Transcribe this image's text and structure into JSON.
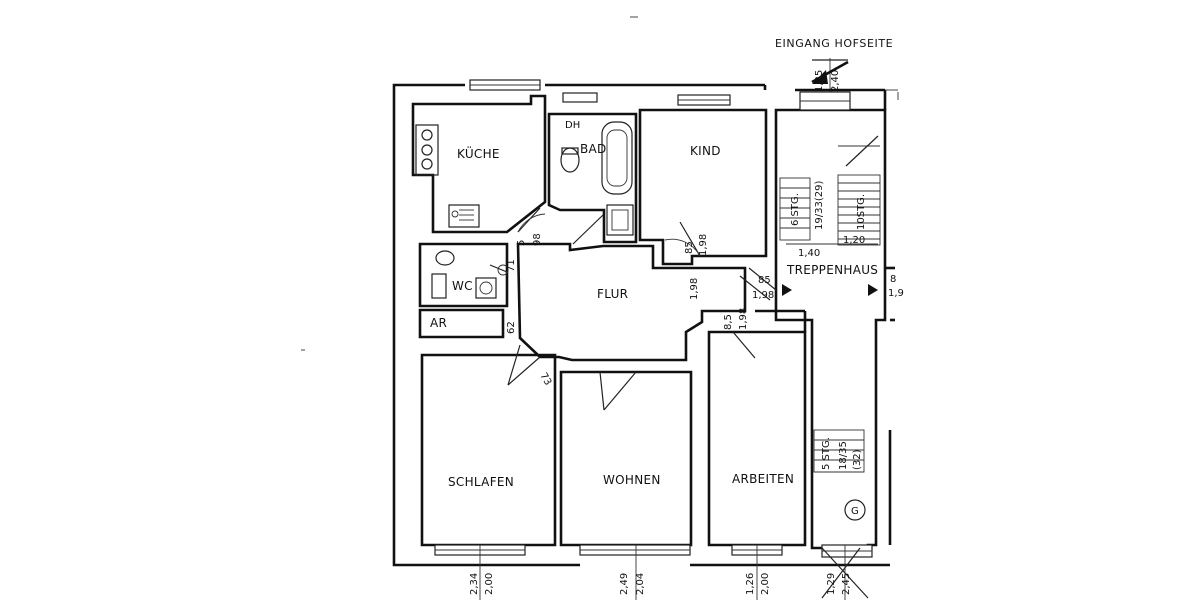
{
  "entrance": "EINGANG HOFSEITE",
  "entrance_dims": {
    "a": "1,35",
    "b": "2,40"
  },
  "rooms": {
    "kueche": "KÜCHE",
    "bad": "BAD",
    "dh": "DH",
    "kind": "KIND",
    "wc": "WC",
    "ar": "AR",
    "flur": "FLUR",
    "schlafen": "SCHLAFEN",
    "wohnen": "WOHNEN",
    "arbeiten": "ARBEITEN",
    "treppenhaus": "TREPPENHAUS"
  },
  "stairs": {
    "upper_left": {
      "steps": "6 STG.",
      "ratio": "19/33(29)"
    },
    "upper_right": {
      "steps": "10STG."
    },
    "lower": {
      "steps": "5 STG.",
      "ratio": "18/35",
      "extra": "(32)"
    },
    "width_left": "1,40",
    "width_right": "1,20",
    "symbol": "G"
  },
  "door_dims": {
    "kueche_door": {
      "a": "5",
      "b": "98"
    },
    "kind_door": {
      "a": "85",
      "b": "1,98"
    },
    "wc_door": "71",
    "ar_door": "62",
    "flur_side": "1,98",
    "entrance_door": {
      "a": "85",
      "b": "1,98"
    },
    "arbeiten_door": {
      "a": "8,5",
      "b": "1,98"
    },
    "schlafen_door": "73",
    "right_edge": {
      "a": "8",
      "b": "1,9"
    }
  },
  "window_dims": {
    "schlafen": {
      "a": "2,34",
      "b": "2,00"
    },
    "wohnen": {
      "a": "2,49",
      "b": "2,04"
    },
    "arbeiten": {
      "a": "1,26",
      "b": "2,00"
    },
    "treppenhaus": {
      "a": "1,29",
      "b": "2,45"
    }
  }
}
